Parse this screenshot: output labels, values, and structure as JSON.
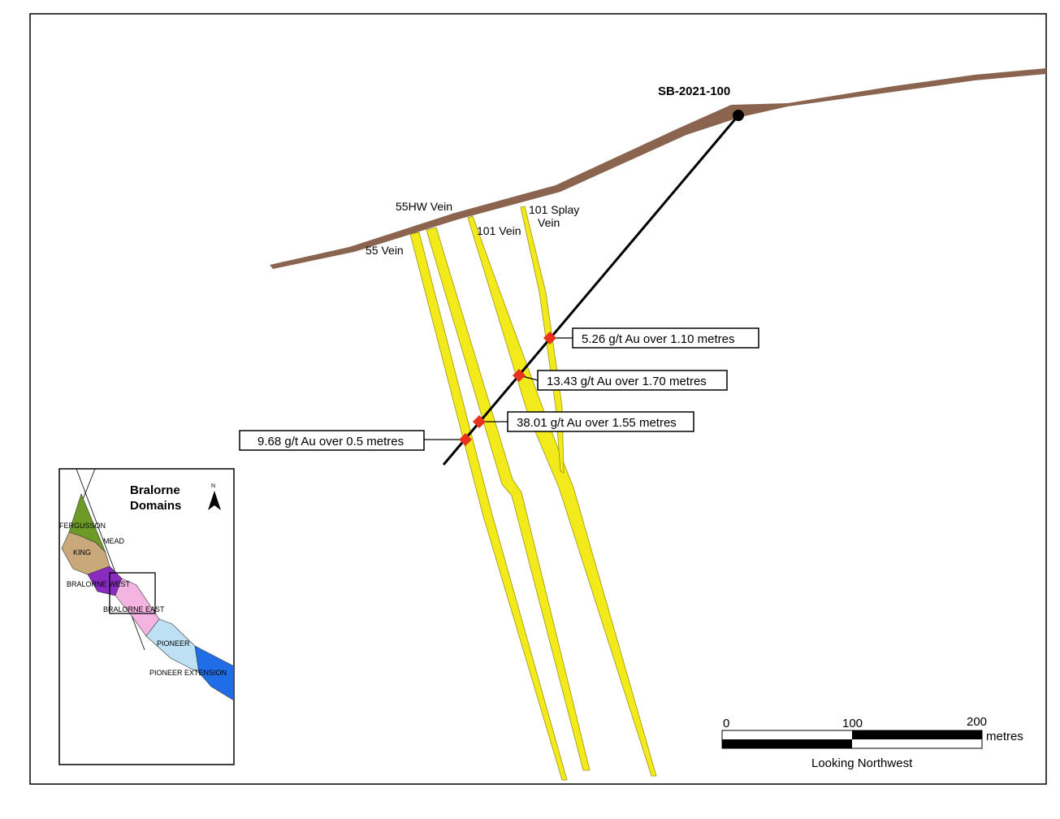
{
  "drillhole": {
    "name": "SB-2021-100"
  },
  "veins": {
    "v55": "55 Vein",
    "v55hw": "55HW Vein",
    "v101": "101 Vein",
    "v101splay_line1": "101 Splay",
    "v101splay_line2": "Vein"
  },
  "intercepts": [
    {
      "label": "5.26 g/t Au over 1.10 metres"
    },
    {
      "label": "13.43 g/t Au over 1.70 metres"
    },
    {
      "label": "38.01 g/t Au over 1.55 metres"
    },
    {
      "label": "9.68 g/t Au over 0.5 metres"
    }
  ],
  "scale": {
    "t0": "0",
    "t100": "100",
    "t200": "200",
    "unit": "metres",
    "view": "Looking Northwest"
  },
  "inset": {
    "title_line1": "Bralorne",
    "title_line2": "Domains",
    "north": "N",
    "domains": {
      "fergusson": "FERGUSSON",
      "mead": "MEAD",
      "king": "KING",
      "bralorne_west": "BRALORNE WEST",
      "bralorne_east": "BRALORNE EAST",
      "pioneer": "PIONEER",
      "pioneer_extension": "PIONEER EXTENSION"
    }
  },
  "colors": {
    "topography": "#8B6450",
    "vein": "#F2EA1A",
    "intercept": "#E8321E",
    "fergusson": "#6E9A28",
    "king": "#C9A97C",
    "bralorne_west": "#8A2BC0",
    "bralorne_east": "#F4B4E2",
    "pioneer": "#BEE0F4",
    "pioneer_extension": "#1F6EE8"
  }
}
